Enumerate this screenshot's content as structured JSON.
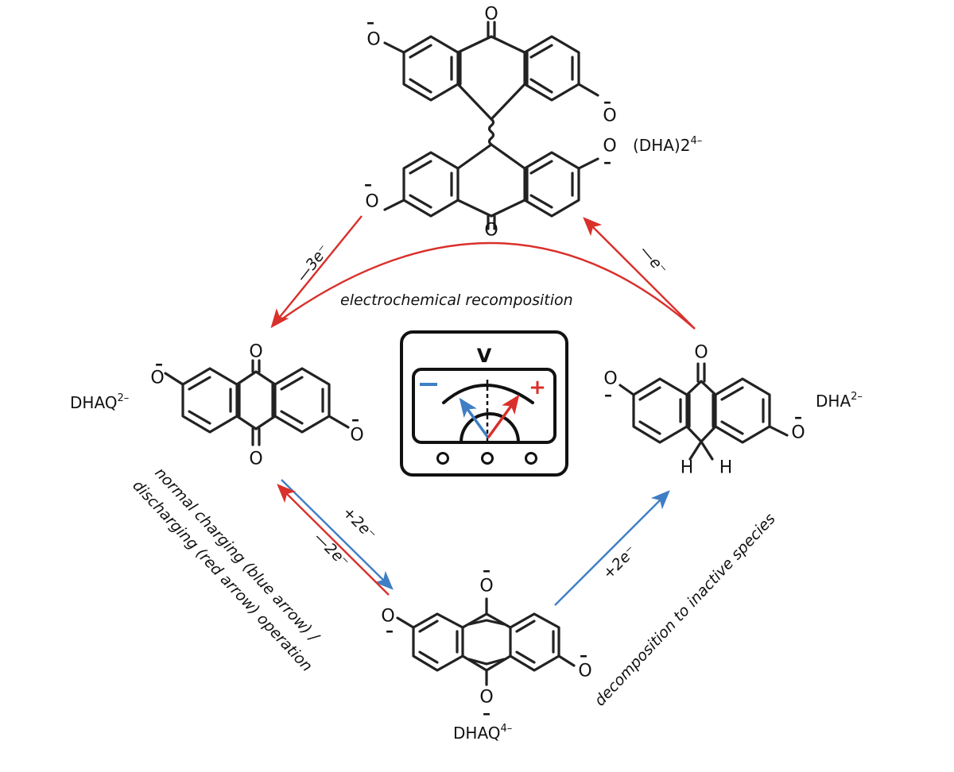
{
  "title": "Decomposition and electrochemical recomposition cycle of DHAQ",
  "species": {
    "dimer": {
      "label": "(DHA)2",
      "charge": "4–"
    },
    "dhaq2": {
      "label": "DHAQ",
      "charge": "2–"
    },
    "dha2": {
      "label": "DHA",
      "charge": "2–"
    },
    "dhaq4": {
      "label": "DHAQ",
      "charge": "4–"
    }
  },
  "atoms": {
    "oxygen": "O",
    "hydrogen": "H",
    "negative": "–"
  },
  "arrows": {
    "dimer_to_dhaq2": {
      "label": "—3e⁻",
      "color": "#d9302b"
    },
    "dha2_to_dimer": {
      "label": "—e⁻",
      "color": "#d9302b"
    },
    "recomposition": {
      "label": "electrochemical recomposition",
      "color": "#d9302b"
    },
    "charge": {
      "label": "+2e⁻",
      "color": "#3f7ec4"
    },
    "discharge": {
      "label": "—2e⁻",
      "color": "#d9302b"
    },
    "decomposition_step": {
      "label": "+2e⁻",
      "color": "#3f7ec4"
    }
  },
  "annotations": {
    "operation_line1": "normal charging (blue arrow) /",
    "operation_line2": "discharging (red arrow) operation",
    "decomposition": "decomposition to inactive species"
  },
  "voltmeter": {
    "symbol": "V",
    "minus": "−",
    "plus": "+",
    "minus_color": "#3f7ec4",
    "plus_color": "#d9302b"
  }
}
